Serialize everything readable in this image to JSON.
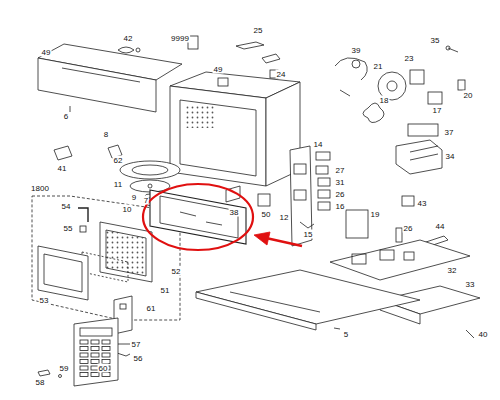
{
  "diagram": {
    "labels": [
      "42",
      "9999",
      "25",
      "35",
      "49",
      "39",
      "23",
      "49",
      "21",
      "24",
      "20",
      "18",
      "17",
      "6",
      "8",
      "37",
      "14",
      "34",
      "62",
      "41",
      "27",
      "31",
      "11",
      "1800",
      "9",
      "26",
      "10",
      "7",
      "16",
      "43",
      "54",
      "38",
      "50",
      "19",
      "12",
      "55",
      "26",
      "15",
      "44",
      "32",
      "52",
      "33",
      "51",
      "53",
      "61",
      "5",
      "40",
      "57",
      "56",
      "60",
      "59",
      "58"
    ]
  }
}
